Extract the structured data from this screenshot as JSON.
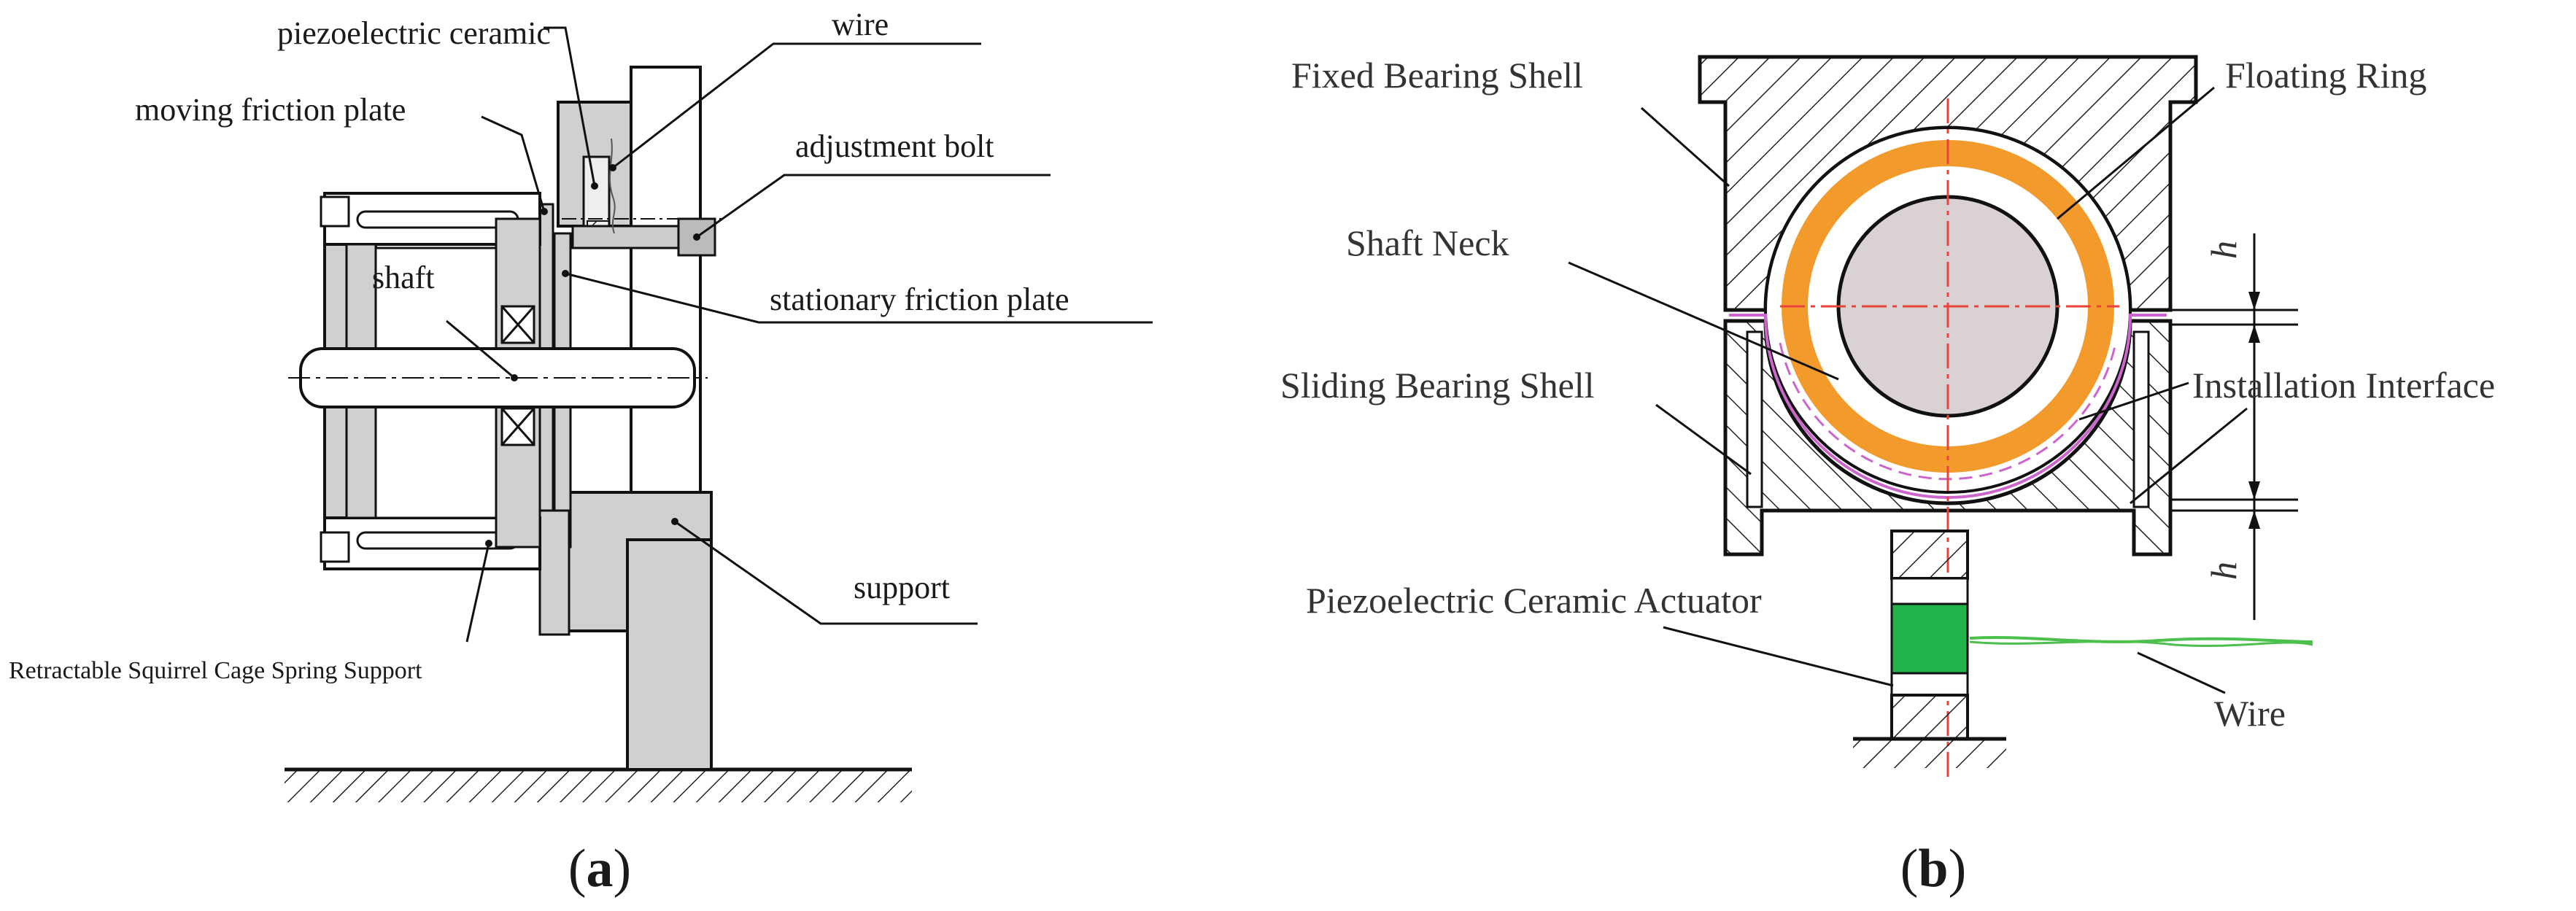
{
  "panel_a": {
    "caption_open": "(",
    "caption_letter": "a",
    "caption_close": ")",
    "labels": {
      "piezoelectric_ceramic": "piezoelectric ceramic",
      "wire": "wire",
      "moving_friction_plate": "moving friction plate",
      "adjustment_bolt": "adjustment bolt",
      "shaft": "shaft",
      "stationary_friction_plate": "stationary friction plate",
      "support": "support",
      "squirrel_cage": "Retractable Squirrel Cage Spring Support"
    }
  },
  "panel_b": {
    "caption_open": "(",
    "caption_letter": "b",
    "caption_close": ")",
    "labels": {
      "fixed_bearing_shell": "Fixed Bearing Shell",
      "floating_ring": "Floating Ring",
      "shaft_neck": "Shaft Neck",
      "sliding_bearing_shell": "Sliding Bearing Shell",
      "installation_interface": "Installation Interface",
      "piezo_actuator": "Piezoelectric Ceramic Actuator",
      "wire": "Wire",
      "h_top": "h",
      "h_bottom": "h"
    },
    "colors": {
      "floating_ring": "#f39a2c",
      "actuator": "#22b24c",
      "wire": "#4cbf4c",
      "centerline": "#e8433a",
      "interface": "#cc66cc",
      "shaft_fill": "#dad2d2"
    }
  }
}
